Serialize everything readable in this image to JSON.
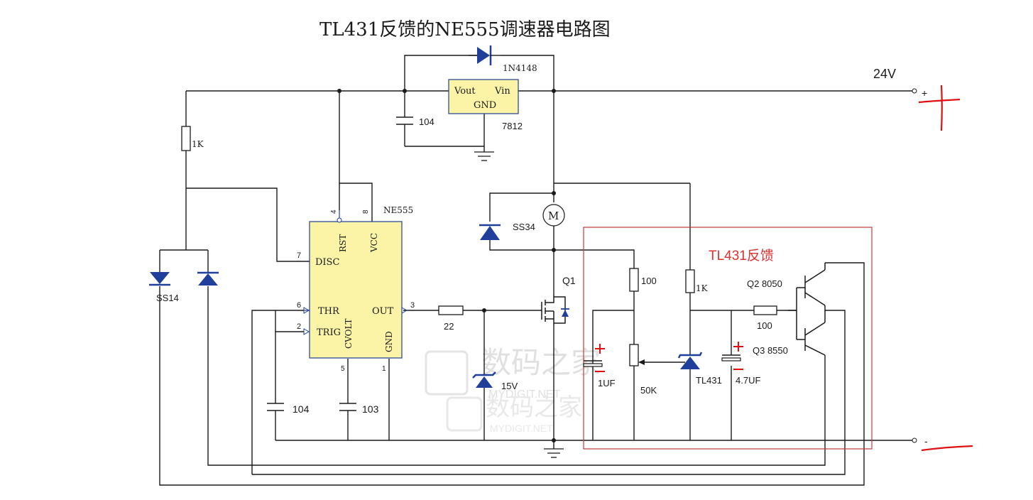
{
  "title": "TL431反馈的NE555调速器电路图",
  "colors": {
    "wire": "#1a1a1a",
    "component": "#1f3f9a",
    "ic_fill": "#fbf3a6",
    "regulator_fill": "#fbf3a6",
    "annotation": "#e01010",
    "box": "#c83a3a"
  },
  "supply": {
    "positive": "24V",
    "plus_sign": "+",
    "minus_sign": "-"
  },
  "regulator": {
    "vout": "Vout",
    "vin": "Vin",
    "gnd": "GND",
    "part": "7812"
  },
  "diode_top": "1N4148",
  "c_reg": "104",
  "r_1k_left": "1K",
  "ne555": {
    "part": "NE555",
    "pin_rst": "RST",
    "pin_vcc": "VCC",
    "pin_disc": "DISC",
    "pin_thr": "THR",
    "pin_trig": "TRIG",
    "pin_cvolt": "CVOLT",
    "pin_gnd": "GND",
    "pin_out": "OUT",
    "num_4": "4",
    "num_8": "8",
    "num_7": "7",
    "num_6": "6",
    "num_2": "2",
    "num_5": "5",
    "num_1": "1",
    "num_3": "3"
  },
  "ss14": "SS14",
  "c_timing": "104",
  "c_cv": "103",
  "r_gate": "22",
  "zener": "15V",
  "q1": "Q1",
  "motor": "M",
  "ss34": "SS34",
  "feedback": {
    "title": "TL431反馈",
    "r100": "100",
    "r1k": "1K",
    "c1": "1UF",
    "pot": "50K",
    "tl431": "TL431",
    "c2": "4.7UF",
    "r100b": "100",
    "q2": "Q2 8050",
    "q3": "Q3 8550"
  },
  "watermark": {
    "cn": "数码之家",
    "en": "MYDIGIT.NET"
  }
}
